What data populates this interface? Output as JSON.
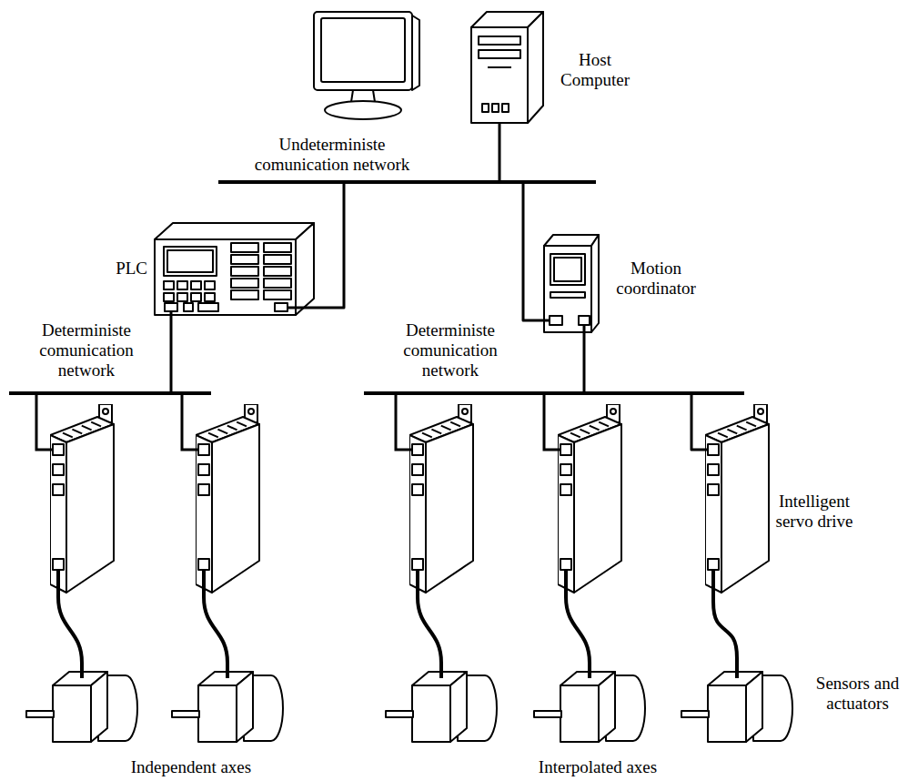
{
  "diagram": {
    "nodes": [
      {
        "text": [
          "Host Computer"
        ]
      },
      {
        "text": [
          "Undeterministe comunication network"
        ]
      },
      {
        "text": [
          "PLC"
        ]
      },
      {
        "text": [
          "Motion coordinator"
        ]
      },
      {
        "text": [
          "Deterministe comunication network"
        ]
      },
      {
        "text": [
          "Deterministe comunication network"
        ]
      },
      {
        "text": [
          "Intelligent servo drive"
        ]
      },
      {
        "text": [
          "Sensors and actuators"
        ]
      }
    ],
    "edges": [
      {
        "from": 0,
        "to": 1,
        "arrow": "none"
      },
      {
        "from": 1,
        "to": 2,
        "arrow": "none"
      },
      {
        "from": 1,
        "to": 3,
        "arrow": "none"
      },
      {
        "from": 2,
        "to": 4,
        "arrow": "none"
      },
      {
        "from": 3,
        "to": 5,
        "arrow": "none"
      },
      {
        "from": 5,
        "to": 6,
        "arrow": "none"
      },
      {
        "from": 6,
        "to": 7,
        "arrow": "none"
      }
    ],
    "labels": [
      "Independent axes",
      "Interpolated axes"
    ]
  }
}
